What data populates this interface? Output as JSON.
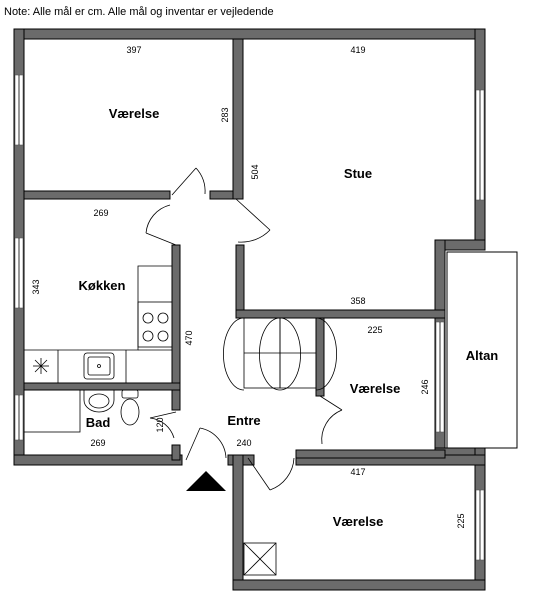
{
  "note": "Note: Alle mål er cm. Alle mål og inventar er vejledende",
  "rooms": {
    "vaerelse_top": "Værelse",
    "stue": "Stue",
    "koekken": "Køkken",
    "altan": "Altan",
    "vaerelse_mid": "Værelse",
    "bad": "Bad",
    "entre": "Entre",
    "vaerelse_bottom": "Værelse"
  },
  "dimensions": {
    "d397": "397",
    "d419": "419",
    "d283": "283",
    "d504": "504",
    "d269_kitchen": "269",
    "d343": "343",
    "d358": "358",
    "d470": "470",
    "d225_mid": "225",
    "d246": "246",
    "d269_bath": "269",
    "d120": "120",
    "d240": "240",
    "d417": "417",
    "d225_bottom": "225"
  },
  "colors": {
    "wall": "#6b6b6b",
    "line": "#000000",
    "background": "#ffffff"
  },
  "icons": [
    "entrance-arrow-icon",
    "stove-icon",
    "sink-icon",
    "toilet-icon",
    "washbasin-icon",
    "chimney-icon"
  ]
}
